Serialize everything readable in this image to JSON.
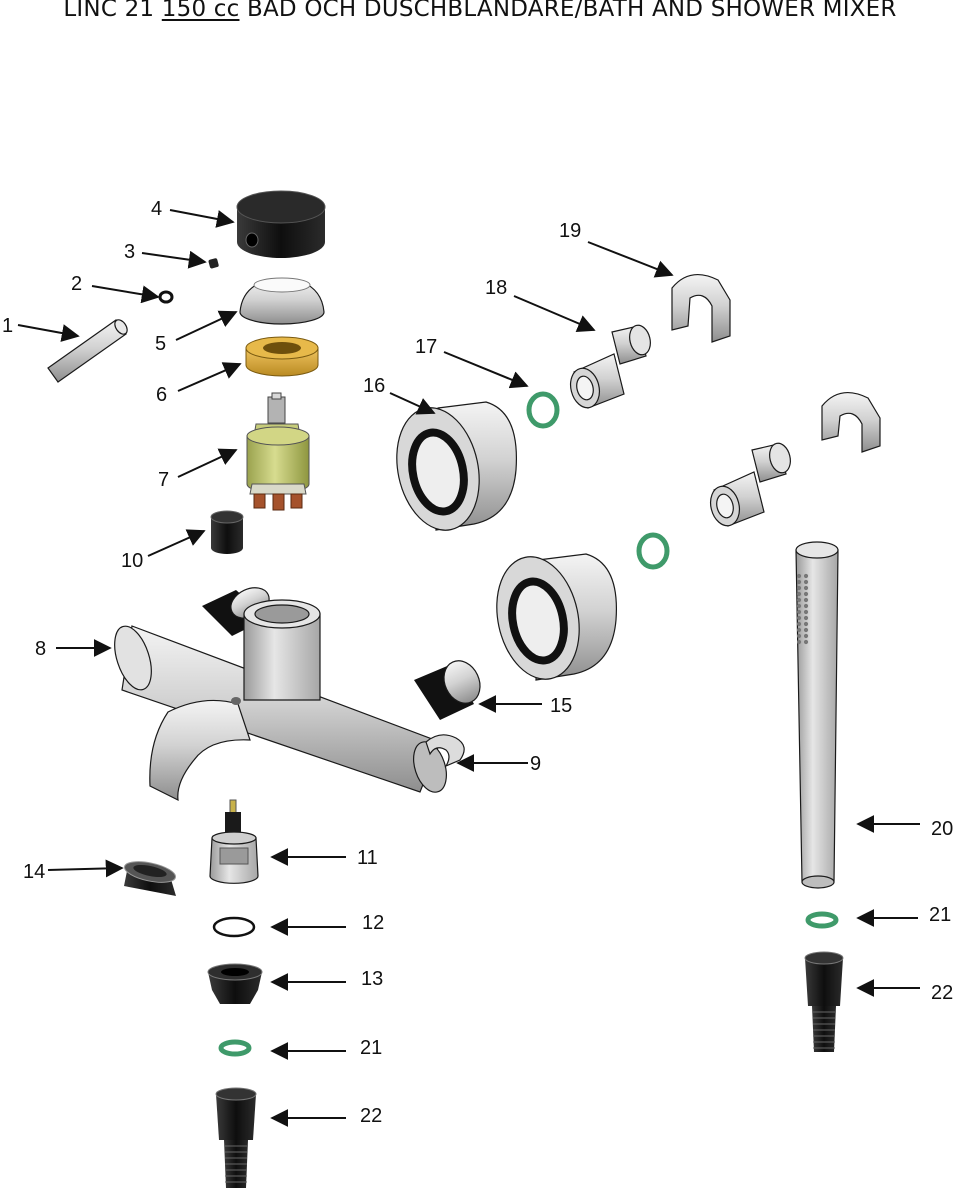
{
  "title": {
    "prefix": "LINC 21",
    "underlined": "150 cc",
    "suffix": "BAD OCH DUSCHBLANDARE/BATH AND SHOWER MIXER"
  },
  "callouts": {
    "c1": "1",
    "c2": "2",
    "c3": "3",
    "c4": "4",
    "c5": "5",
    "c6": "6",
    "c7": "7",
    "c8": "8",
    "c9": "9",
    "c10": "10",
    "c11": "11",
    "c12": "12",
    "c13": "13",
    "c14": "14",
    "c15": "15",
    "c16": "16",
    "c17": "17",
    "c18": "18",
    "c19": "19",
    "c20": "20",
    "c21a": "21",
    "c21b": "21",
    "c22a": "22",
    "c22b": "22"
  },
  "colors": {
    "gasket_green": "#3f9a6a",
    "brass": "#d8a93a",
    "cartridge_green": "#b9c46a",
    "black_part": "#1c1c1c"
  }
}
